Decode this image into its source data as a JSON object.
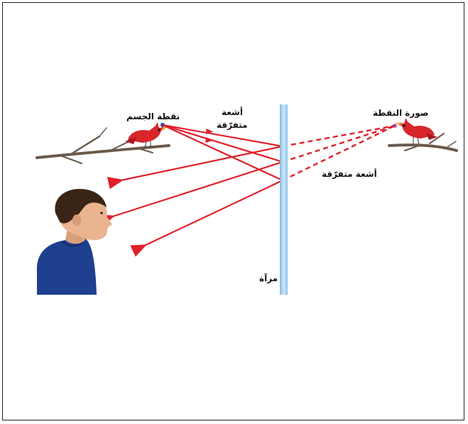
{
  "labels": {
    "object_point": "نقطة الجسم",
    "diverging_rays_top_line1": "أشعة",
    "diverging_rays_top_line2": "متفرّقة",
    "image_point": "صورة النقطة",
    "diverging_rays_right": "أشعة متفرّقة",
    "mirror": "مرآة"
  },
  "colors": {
    "ray": "#e0202a",
    "mirror": "#a9d4f2",
    "bird": "#d8262b",
    "branch": "#6b5a4a",
    "shirt": "#1f3f8f",
    "skin": "#e9b48f",
    "hair": "#3a2416"
  }
}
